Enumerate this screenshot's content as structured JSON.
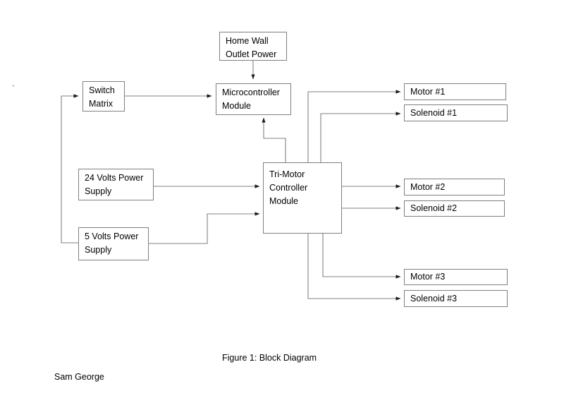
{
  "figure": {
    "caption": "Figure 1: Block Diagram",
    "author": "Sam George",
    "stray_mark": "`"
  },
  "colors": {
    "box_border": "#7f7f7f",
    "wire": "#808080",
    "arrow": "#1a1a1a",
    "text": "#000000",
    "page_background": "#ffffff"
  },
  "blocks": {
    "home_wall_outlet_power": {
      "label": "Home Wall\nOutlet Power"
    },
    "switch_matrix": {
      "label": "Switch\nMatrix"
    },
    "microcontroller_module": {
      "label": "Microcontroller\nModule"
    },
    "supply_24v": {
      "label": "24 Volts Power\nSupply"
    },
    "supply_5v": {
      "label": "5 Volts Power\nSupply"
    },
    "tri_motor_controller_module": {
      "label": "Tri-Motor\nController\nModule"
    },
    "motor_1": {
      "label": "Motor #1"
    },
    "solenoid_1": {
      "label": "Solenoid #1"
    },
    "motor_2": {
      "label": "Motor #2"
    },
    "solenoid_2": {
      "label": "Solenoid #2"
    },
    "motor_3": {
      "label": "Motor #3"
    },
    "solenoid_3": {
      "label": "Solenoid #3"
    }
  },
  "connections": [
    {
      "from": "home_wall_outlet_power",
      "to": "microcontroller_module"
    },
    {
      "from": "supply_5v",
      "to": "switch_matrix"
    },
    {
      "from": "switch_matrix",
      "to": "microcontroller_module"
    },
    {
      "from": "supply_24v",
      "to": "tri_motor_controller_module"
    },
    {
      "from": "supply_5v",
      "to": "tri_motor_controller_module"
    },
    {
      "from": "tri_motor_controller_module",
      "to": "microcontroller_module"
    },
    {
      "from": "tri_motor_controller_module",
      "to": "motor_1"
    },
    {
      "from": "tri_motor_controller_module",
      "to": "solenoid_1"
    },
    {
      "from": "tri_motor_controller_module",
      "to": "motor_2"
    },
    {
      "from": "tri_motor_controller_module",
      "to": "solenoid_2"
    },
    {
      "from": "tri_motor_controller_module",
      "to": "motor_3"
    },
    {
      "from": "tri_motor_controller_module",
      "to": "solenoid_3"
    }
  ]
}
